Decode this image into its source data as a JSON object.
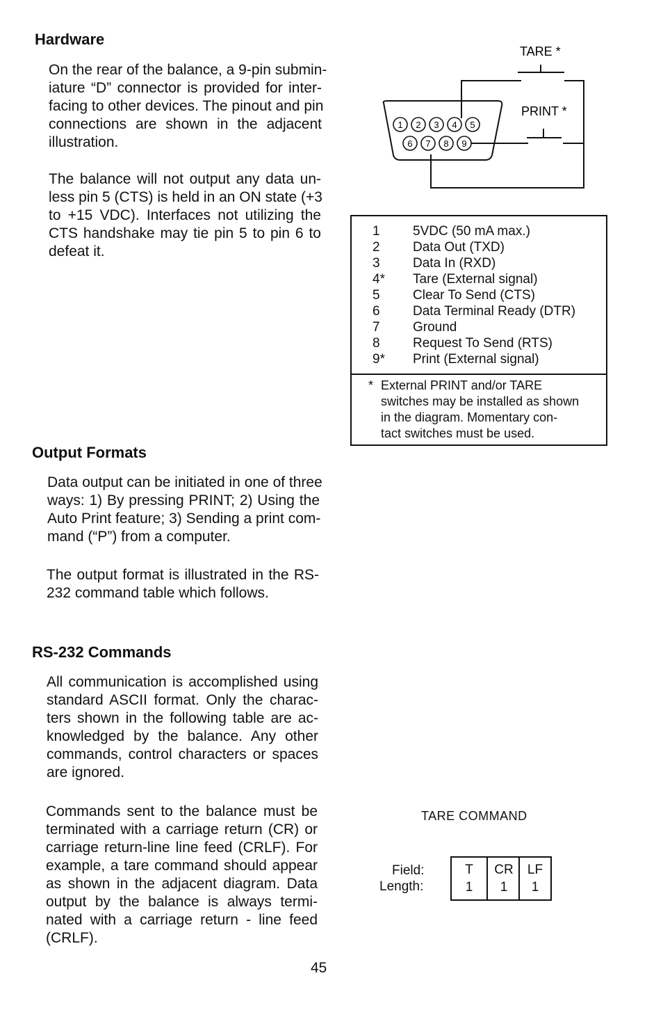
{
  "sections": {
    "hardware": {
      "heading": "Hardware",
      "para1": [
        "On the rear of the balance, a 9-pin submin-",
        "iature “D” connector is provided for inter-",
        "facing to other devices. The pinout and pin",
        "connections are shown in the adjacent",
        "illustration."
      ],
      "para2": [
        "The balance will not output any data un-",
        "less pin 5 (CTS) is held in an ON state (+3",
        "to +15 VDC). Interfaces not utilizing the",
        "CTS handshake may tie pin 5 to pin 6 to",
        "defeat it."
      ]
    },
    "output_formats": {
      "heading": "Output Formats",
      "para1": [
        "Data output can be initiated in one of three",
        "ways: 1) By pressing PRINT; 2) Using the",
        "Auto Print feature; 3) Sending a print com-",
        "mand (“P”) from a computer."
      ],
      "para2": [
        "The output format is illustrated in the RS-",
        "232 command table which follows."
      ]
    },
    "rs232": {
      "heading": "RS-232 Commands",
      "para1": [
        "All communication is accomplished using",
        "standard ASCII format. Only the charac-",
        "ters shown in the following table are ac-",
        "knowledged by the balance. Any other",
        "commands, control characters or spaces",
        "are ignored."
      ],
      "para2": [
        "Commands sent to the balance must be",
        "terminated with a carriage return (CR) or",
        "carriage return-line line feed (CRLF). For",
        "example, a tare command should appear",
        "as shown in the adjacent diagram. Data",
        "output by the balance is always termi-",
        "nated with a carriage return - line feed",
        "(CRLF)."
      ]
    }
  },
  "connector_diagram": {
    "tare_label": "TARE *",
    "print_label": "PRINT *",
    "top_pins": [
      "1",
      "2",
      "3",
      "4",
      "5"
    ],
    "bottom_pins": [
      "6",
      "7",
      "8",
      "9"
    ]
  },
  "pinout": {
    "rows": [
      {
        "pin": "1",
        "desc": "5VDC (50 mA max.)"
      },
      {
        "pin": "2",
        "desc": "Data Out (TXD)"
      },
      {
        "pin": "3",
        "desc": "Data In (RXD)"
      },
      {
        "pin": "4*",
        "desc": "Tare (External signal)"
      },
      {
        "pin": "5",
        "desc": "Clear To Send (CTS)"
      },
      {
        "pin": "6",
        "desc": "Data Terminal Ready (DTR)"
      },
      {
        "pin": "7",
        "desc": "Ground"
      },
      {
        "pin": "8",
        "desc": "Request To Send (RTS)"
      },
      {
        "pin": "9*",
        "desc": "Print (External signal)"
      }
    ],
    "note_star": "*",
    "note_lines": [
      "External PRINT and/or TARE",
      "switches may be installed as shown",
      "in the diagram. Momentary con-",
      "tact switches must be used."
    ]
  },
  "tare_command": {
    "title": "TARE COMMAND",
    "field_label": "Field:",
    "length_label": "Length:",
    "columns": [
      {
        "field": "T",
        "length": "1"
      },
      {
        "field": "CR",
        "length": "1"
      },
      {
        "field": "LF",
        "length": "1"
      }
    ]
  },
  "page_number": "45"
}
